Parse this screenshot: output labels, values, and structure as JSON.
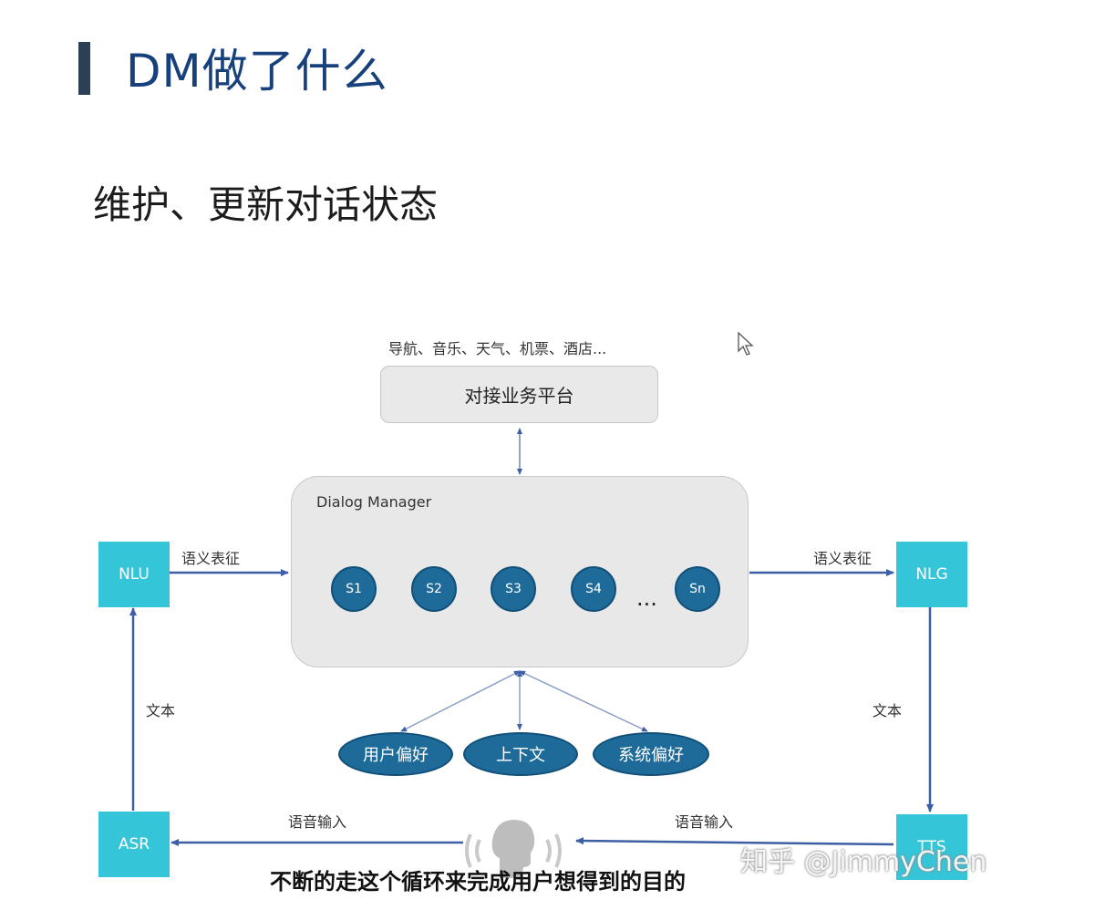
{
  "slide": {
    "title": "DM做了什么",
    "subtitle": "维护、更新对话状态"
  },
  "diagram": {
    "services_text": "导航、音乐、天气、机票、酒店...",
    "platform_label": "对接业务平台",
    "dm_label": "Dialog Manager",
    "states": [
      "S1",
      "S2",
      "S3",
      "S4",
      "Sn"
    ],
    "ellipsis": "...",
    "modules": {
      "nlu": "NLU",
      "nlg": "NLG",
      "asr": "ASR",
      "tts": "TTS"
    },
    "edge_labels": {
      "nlu_to_dm": "语义表征",
      "dm_to_nlg": "语义表征",
      "asr_to_nlu": "文本",
      "nlg_to_tts": "文本",
      "user_to_asr": "语音输入",
      "tts_to_user": "语音输入"
    },
    "context_nodes": [
      "用户偏好",
      "上下文",
      "系统偏好"
    ],
    "colors": {
      "module_box": "#35c5d8",
      "state_node": "#1e6b9a",
      "arrow": "#3d5fa6",
      "title": "#17417c"
    }
  },
  "overlay": {
    "watermark": "知乎 @JimmyChen",
    "caption": "不断的走这个循环来完成用户想得到的目的"
  }
}
